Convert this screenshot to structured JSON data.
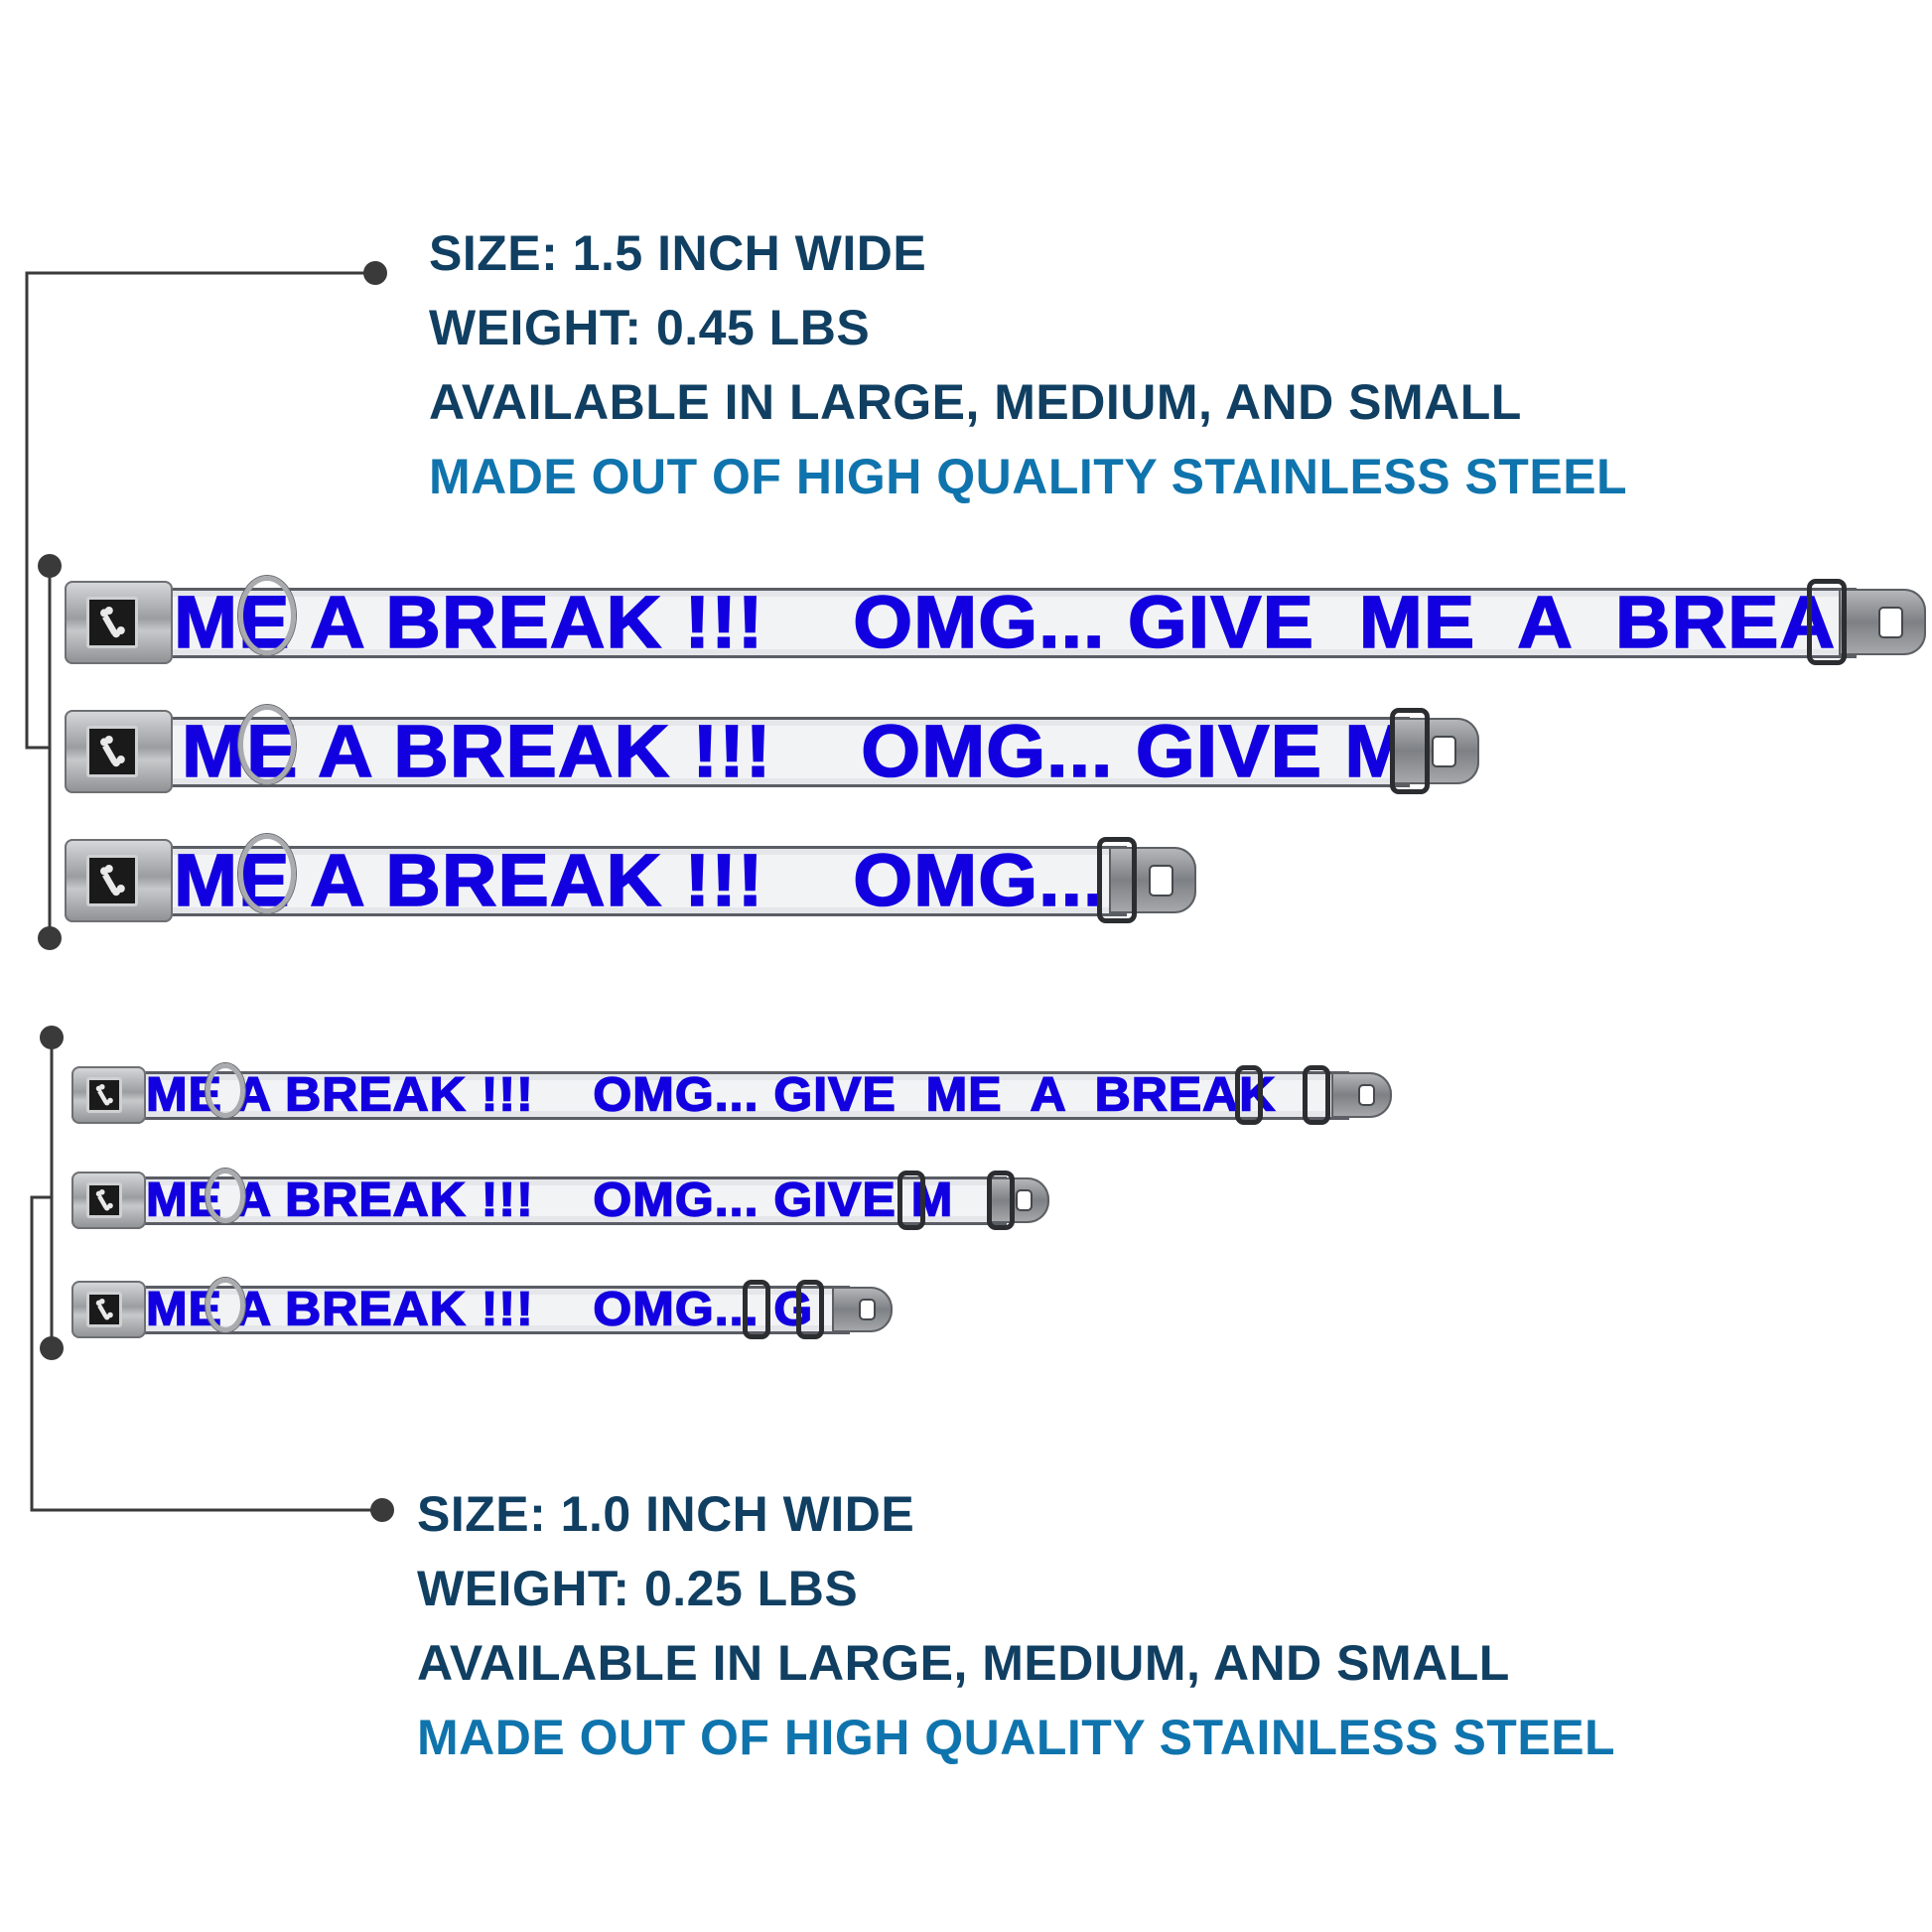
{
  "specs_large": {
    "size": "SIZE: 1.5 INCH WIDE",
    "weight": "WEIGHT: 0.45 LBS",
    "availability": "AVAILABLE IN LARGE, MEDIUM, AND SMALL",
    "material": "MADE OUT OF HIGH QUALITY STAINLESS STEEL"
  },
  "specs_small": {
    "size": "SIZE: 1.0 INCH WIDE",
    "weight": "WEIGHT: 0.25 LBS",
    "availability": "AVAILABLE IN LARGE, MEDIUM, AND SMALL",
    "material": "MADE OUT OF HIGH QUALITY STAINLESS STEEL"
  },
  "collars": [
    {
      "print": "ME A BREAK !!!    OMG... GIVE  ME  A  BREAK !"
    },
    {
      "print": "ME A BREAK !!!    OMG... GIVE M"
    },
    {
      "print": "ME A BREAK !!!    OMG..."
    },
    {
      "print": "ME A BREAK !!!    OMG... GIVE  ME  A  BREAK"
    },
    {
      "print": "ME A BREAK !!!    OMG... GIVE M"
    },
    {
      "print": "ME A BREAK !!!    OMG... G"
    }
  ],
  "colors": {
    "spec_text": "#103f62",
    "material_text": "#0f74ad",
    "print_text": "#1200e0",
    "connector": "#3a3a3a"
  },
  "icons": {
    "buckle_logo": "dog-bone-icon"
  }
}
